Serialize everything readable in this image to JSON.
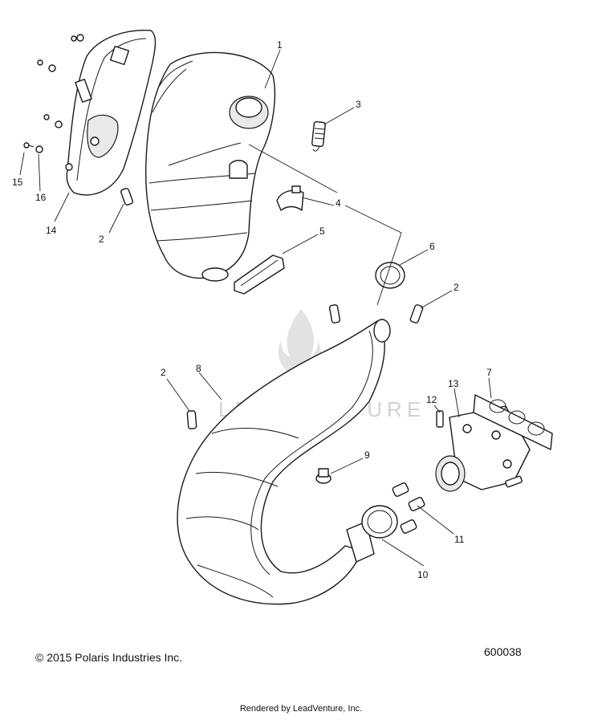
{
  "callouts": [
    {
      "id": "1",
      "label": "1"
    },
    {
      "id": "2a",
      "label": "2"
    },
    {
      "id": "2b",
      "label": "2"
    },
    {
      "id": "2c",
      "label": "2"
    },
    {
      "id": "3",
      "label": "3"
    },
    {
      "id": "4",
      "label": "4"
    },
    {
      "id": "5",
      "label": "5"
    },
    {
      "id": "6",
      "label": "6"
    },
    {
      "id": "7",
      "label": "7"
    },
    {
      "id": "8",
      "label": "8"
    },
    {
      "id": "9",
      "label": "9"
    },
    {
      "id": "10",
      "label": "10"
    },
    {
      "id": "11",
      "label": "11"
    },
    {
      "id": "12",
      "label": "12"
    },
    {
      "id": "13",
      "label": "13"
    },
    {
      "id": "14",
      "label": "14"
    },
    {
      "id": "15",
      "label": "15"
    },
    {
      "id": "16",
      "label": "16"
    }
  ],
  "watermark": {
    "text": "LEADVENTURE"
  },
  "footer": {
    "copyright": "© 2015 Polaris Industries Inc.",
    "diagram_number": "600038",
    "rendered_by": "Rendered by LeadVenture, Inc."
  }
}
